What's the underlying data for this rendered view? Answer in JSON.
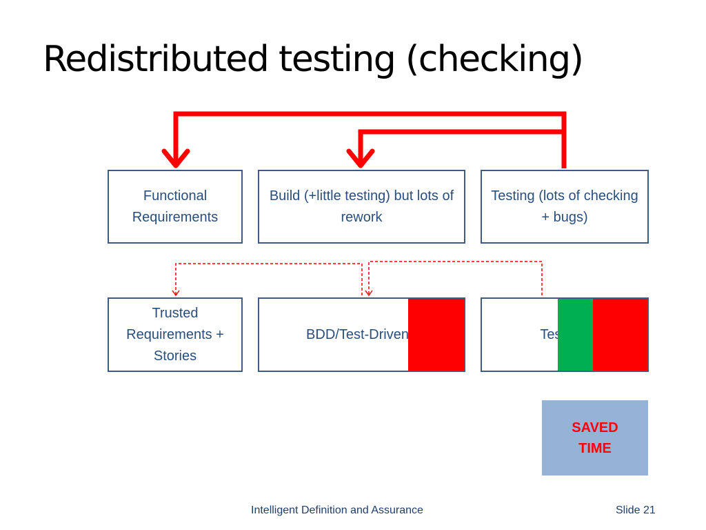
{
  "title": "Redistributed testing (checking)",
  "top_row": {
    "functional_requirements": "Functional Requirements",
    "build": "Build (+little testing) but lots of rework",
    "testing": "Testing (lots of checking + bugs)"
  },
  "bottom_row": {
    "trusted_requirements": "Trusted Requirements + Stories",
    "bdd": "BDD/Test-Driven",
    "testing": "Testing"
  },
  "saved_time": {
    "label": "SAVED TIME"
  },
  "colors": {
    "box_border": "#3c5c86",
    "box_text": "#2a4e7c",
    "arrow_red": "#ff0000",
    "rework_red": "#ff0000",
    "testing_green": "#00b050",
    "saved_fill": "#95b3d7",
    "saved_text": "#ff0000",
    "footer_text": "#1f3e6a"
  },
  "footer": {
    "center": "Intelligent Definition and Assurance",
    "slide_number": "Slide 21"
  }
}
